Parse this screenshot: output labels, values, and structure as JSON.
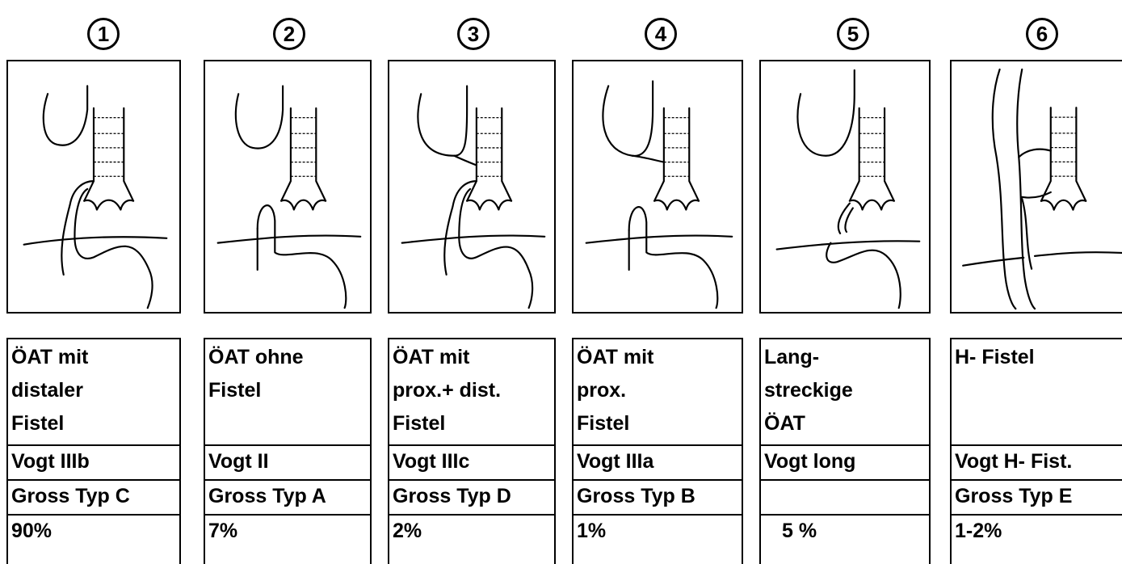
{
  "columns": [
    {
      "number": "1",
      "name": [
        "ÖAT mit",
        "distaler",
        "Fistel"
      ],
      "vogt": "Vogt IIIb",
      "gross": "Gross Typ C",
      "freq": "90%"
    },
    {
      "number": "2",
      "name": [
        "ÖAT ohne",
        "Fistel"
      ],
      "vogt": "Vogt II",
      "gross": "Gross Typ A",
      "freq": "7%"
    },
    {
      "number": "3",
      "name": [
        "ÖAT mit",
        "prox.+ dist.",
        "Fistel"
      ],
      "vogt": "Vogt IIIc",
      "gross": "Gross Typ D",
      "freq": "2%"
    },
    {
      "number": "4",
      "name": [
        "ÖAT mit",
        "prox.",
        "Fistel"
      ],
      "vogt": "Vogt IIIa",
      "gross": "Gross Typ B",
      "freq": "1%"
    },
    {
      "number": "5",
      "name": [
        "Lang-",
        "streckige",
        "ÖAT"
      ],
      "vogt": "Vogt long",
      "gross": "",
      "freq": "5 %"
    },
    {
      "number": "6",
      "name": [
        "H- Fistel"
      ],
      "vogt": "Vogt H- Fist.",
      "gross": "Gross Typ E",
      "freq": "1-2%"
    }
  ]
}
